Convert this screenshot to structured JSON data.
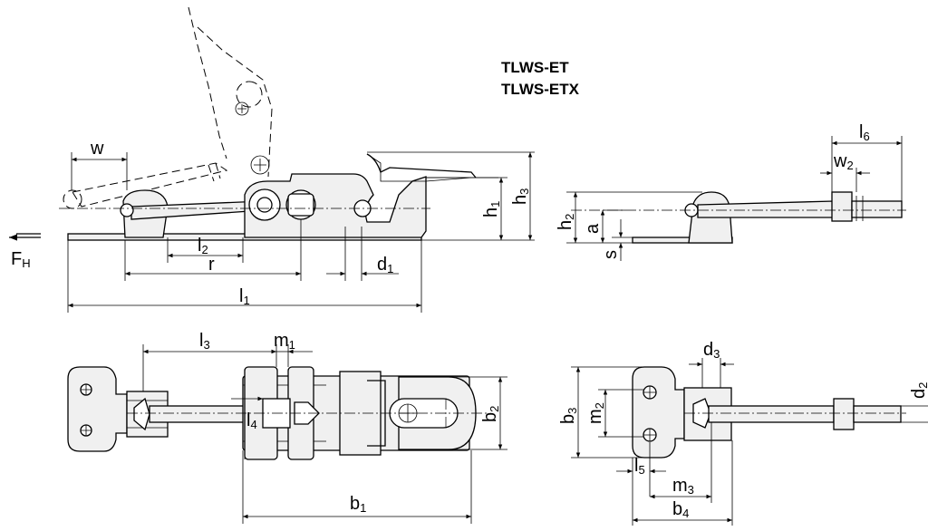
{
  "titles": [
    "TLWS-ET",
    "TLWS-ETX"
  ],
  "force": {
    "main": "F",
    "sub": "H"
  },
  "dims": {
    "w": {
      "main": "w",
      "sub": ""
    },
    "l2": {
      "main": "l",
      "sub": "2"
    },
    "r": {
      "main": "r",
      "sub": ""
    },
    "d1": {
      "main": "d",
      "sub": "1"
    },
    "l1": {
      "main": "l",
      "sub": "1"
    },
    "h1": {
      "main": "h",
      "sub": "1"
    },
    "h3": {
      "main": "h",
      "sub": "3"
    },
    "l6": {
      "main": "l",
      "sub": "6"
    },
    "w2": {
      "main": "w",
      "sub": "2"
    },
    "h2": {
      "main": "h",
      "sub": "2"
    },
    "a": {
      "main": "a",
      "sub": ""
    },
    "s": {
      "main": "s",
      "sub": ""
    },
    "l3": {
      "main": "l",
      "sub": "3"
    },
    "m1": {
      "main": "m",
      "sub": "1"
    },
    "b2": {
      "main": "b",
      "sub": "2"
    },
    "l4": {
      "main": "l",
      "sub": "4"
    },
    "b1": {
      "main": "b",
      "sub": "1"
    },
    "d3": {
      "main": "d",
      "sub": "3"
    },
    "d2": {
      "main": "d",
      "sub": "2"
    },
    "b3": {
      "main": "b",
      "sub": "3"
    },
    "m2": {
      "main": "m",
      "sub": "2"
    },
    "l5": {
      "main": "l",
      "sub": "5"
    },
    "m3": {
      "main": "m",
      "sub": "3"
    },
    "b4": {
      "main": "b",
      "sub": "4"
    }
  }
}
